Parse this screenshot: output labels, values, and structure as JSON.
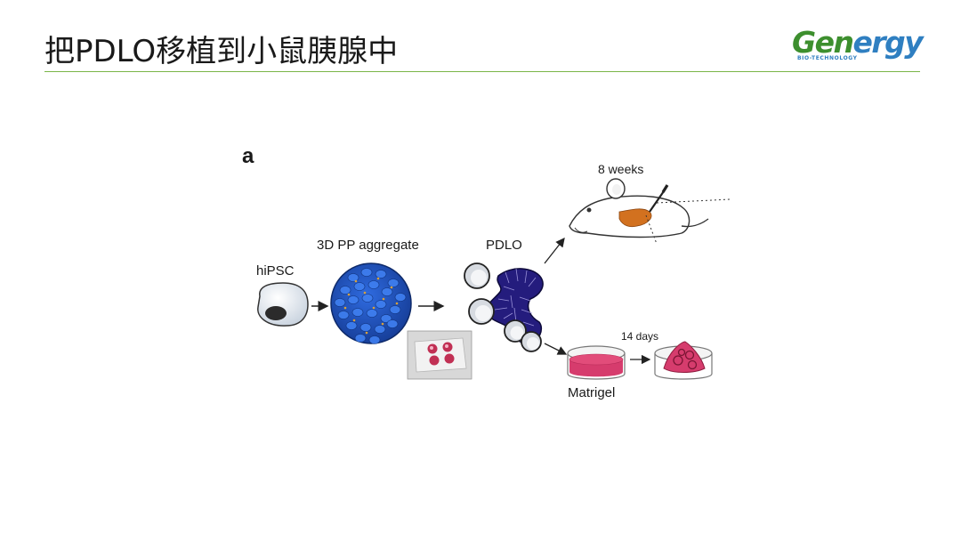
{
  "slide": {
    "title": "把PDLO移植到小鼠胰腺中"
  },
  "logo": {
    "word_part1": "Gen",
    "word_part2": "ergy",
    "subtitle": "BIO-TECHNOLOGY",
    "colors": {
      "green": "#3d8f2e",
      "blue": "#2f7fc1"
    }
  },
  "figure": {
    "panel_letter": "a",
    "labels": {
      "hipsc": "hiPSC",
      "aggregate": "3D PP aggregate",
      "pdlo": "PDLO",
      "weeks": "8 weeks",
      "days": "14 days",
      "matrigel": "Matrigel"
    },
    "colors": {
      "aggregate_blue": "#1f4fb0",
      "organoid_navy": "#231c78",
      "pancreas_orange": "#d2711f",
      "matrigel_pink": "#d63c6d"
    }
  }
}
